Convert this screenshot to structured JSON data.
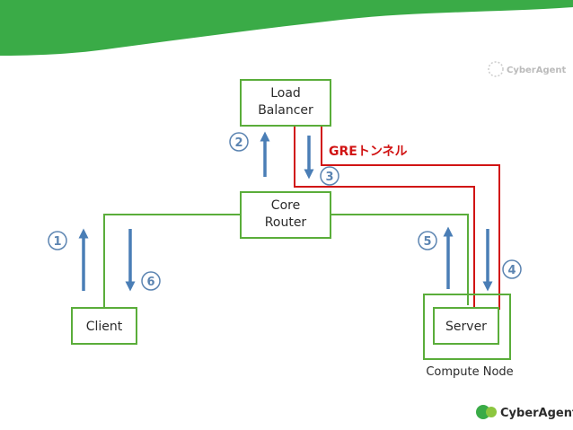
{
  "nodes": {
    "load_balancer": [
      "Load",
      "Balancer"
    ],
    "core_router": [
      "Core",
      "Router"
    ],
    "client": "Client",
    "server": "Server"
  },
  "compute_node_label": "Compute Node",
  "tunnel_label": "GREトンネル",
  "steps": [
    "1",
    "2",
    "3",
    "4",
    "5",
    "6"
  ],
  "brand": {
    "logo_text": "CyberAgent",
    "colors": {
      "header_green": "#3aab47",
      "box_border": "#5aad3a",
      "tunnel_red": "#d11414",
      "arrow_blue": "#4a7eb6"
    }
  }
}
